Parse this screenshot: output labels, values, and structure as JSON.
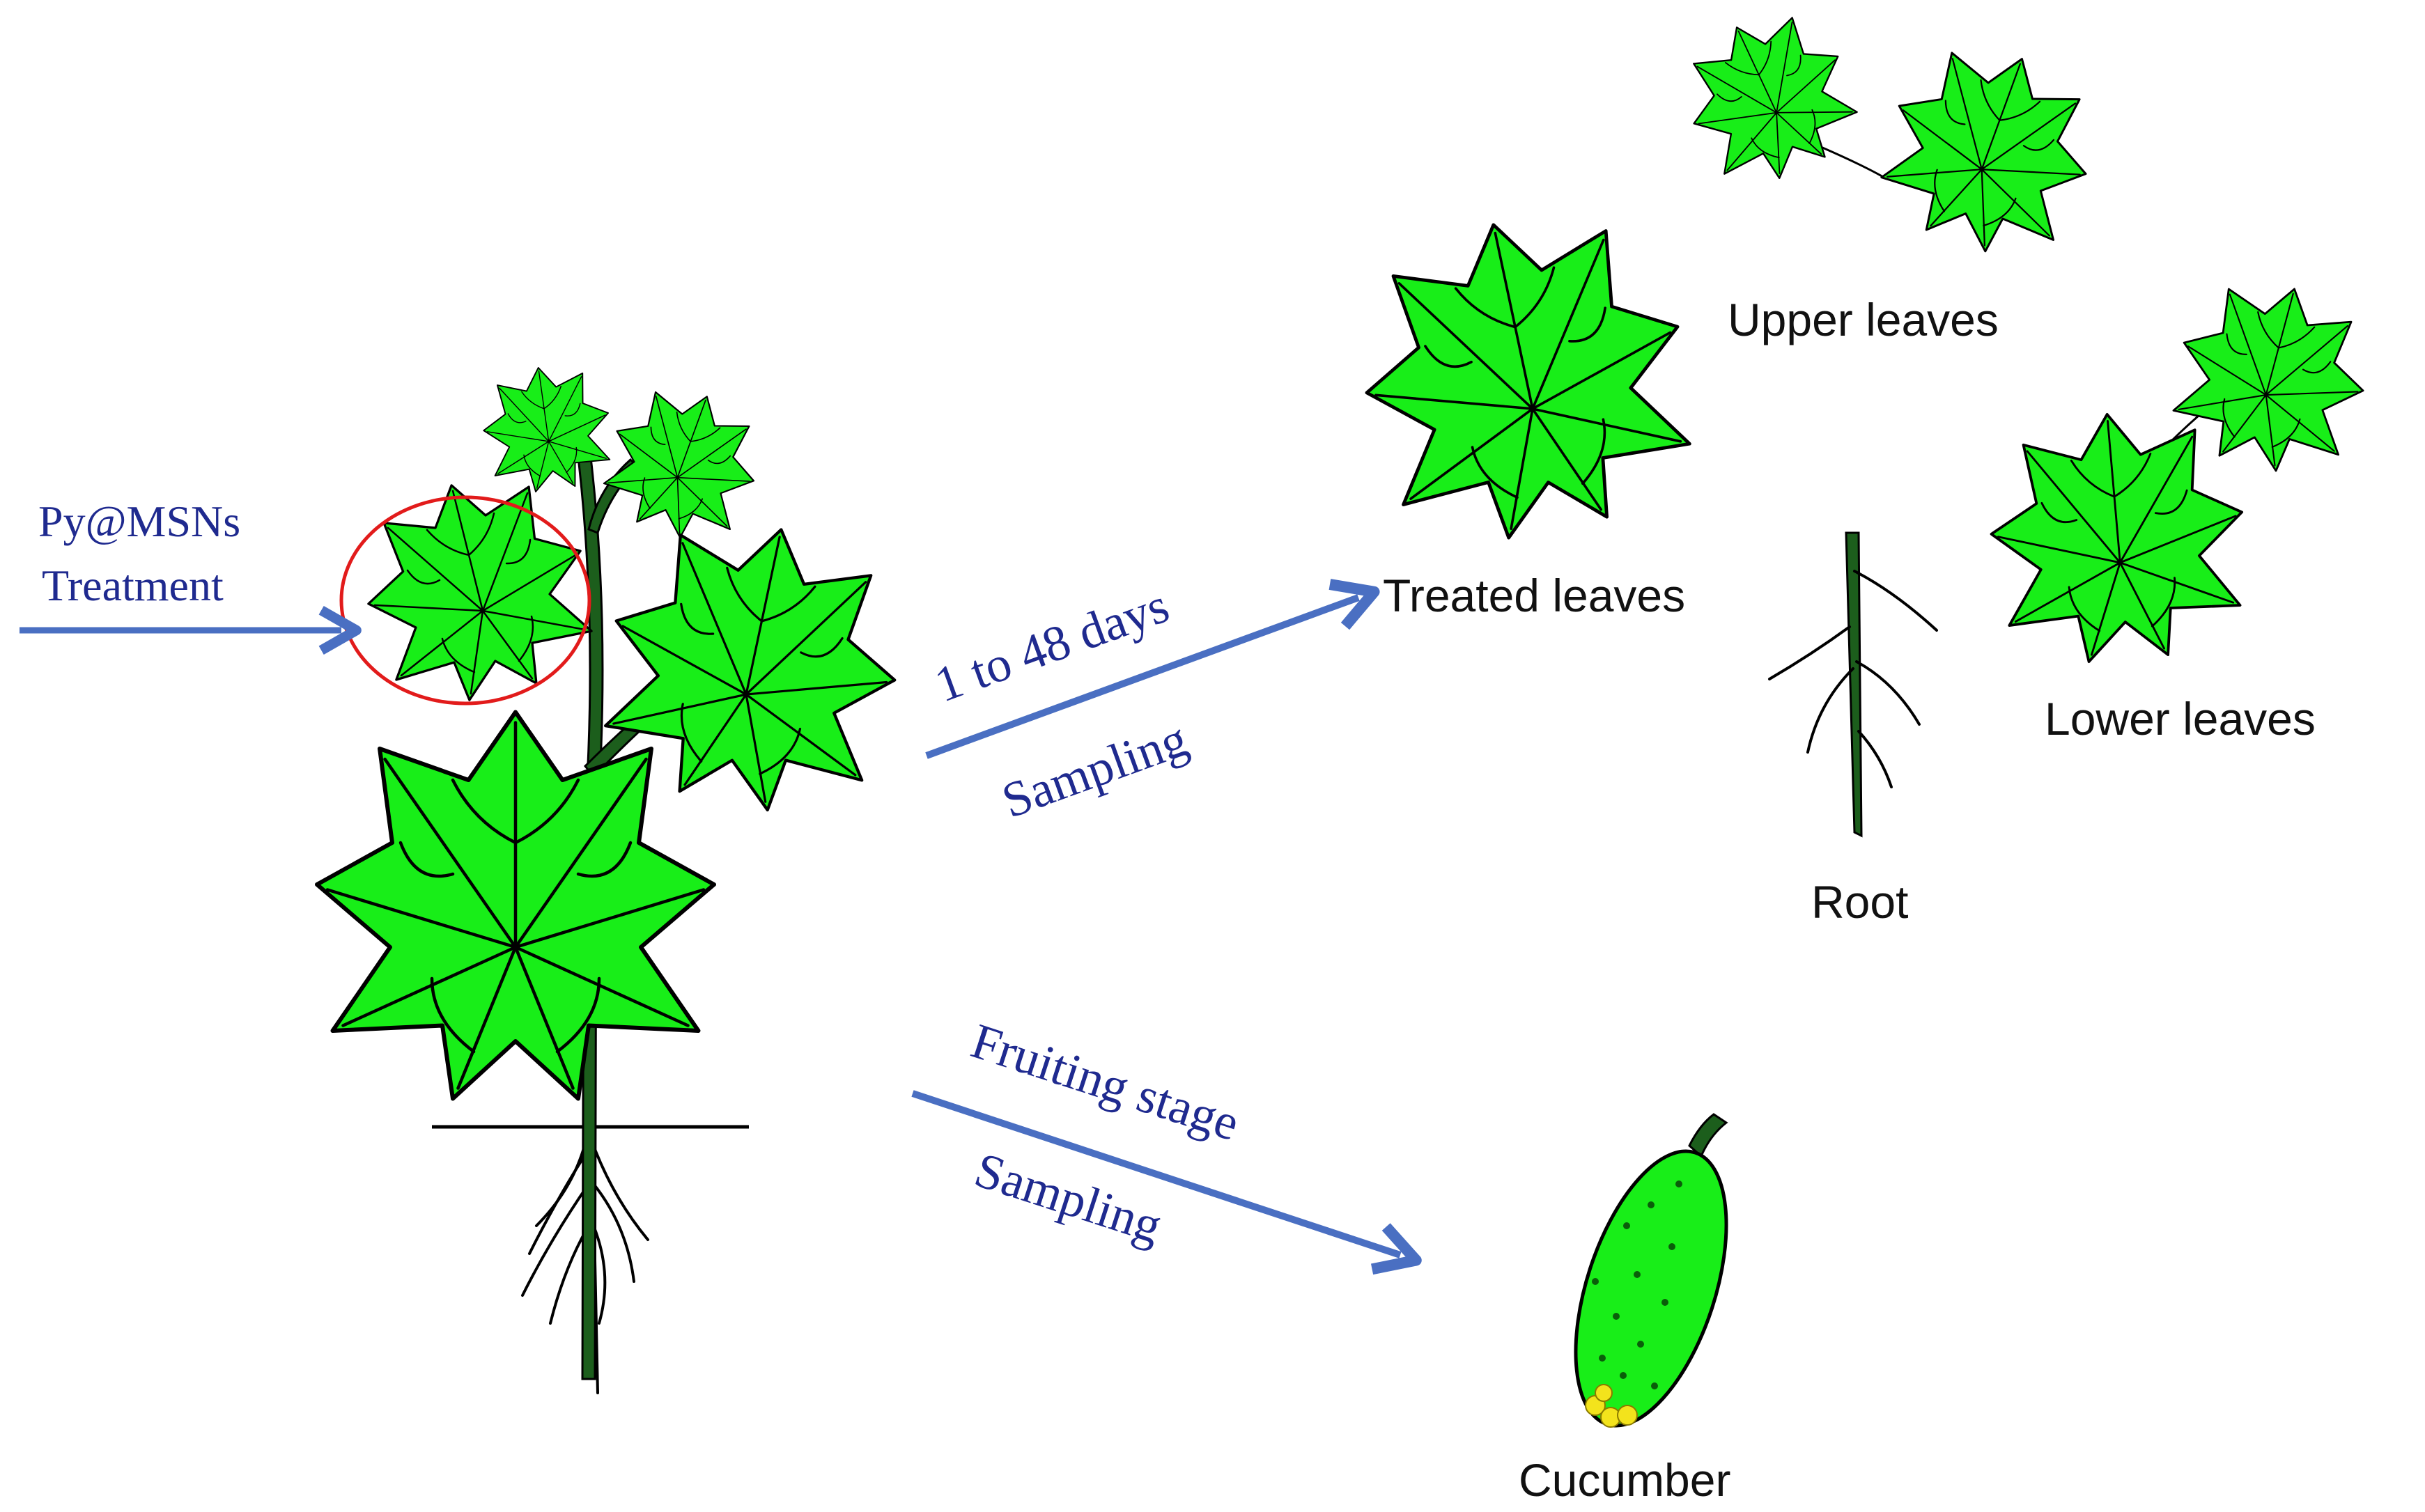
{
  "colors": {
    "leaf_fill": "#18ee18",
    "stem_fill": "#1c5e1c",
    "arrow": "#4a6fc2",
    "serif_text": "#1f2a8f",
    "sans_text": "#111111",
    "circle": "#e21b1b",
    "flower": "#f3e31c"
  },
  "labels": {
    "treatment_line1": "Py@MSNs",
    "treatment_line2": "Treatment",
    "days_arrow_line1": "1 to 48 days",
    "days_arrow_line2": "Sampling",
    "fruit_arrow_line1": "Fruiting stage",
    "fruit_arrow_line2": "Sampling",
    "treated_leaves": "Treated leaves",
    "upper_leaves": "Upper leaves",
    "lower_leaves": "Lower leaves",
    "root": "Root",
    "cucumber": "Cucumber"
  },
  "icons": {
    "plant": "cucumber-plant-icon",
    "treated_leaf": "leaf-icon",
    "upper_leaves": "leaf-pair-icon",
    "lower_leaves": "leaf-pair-icon",
    "root": "root-icon",
    "fruit": "cucumber-icon"
  }
}
